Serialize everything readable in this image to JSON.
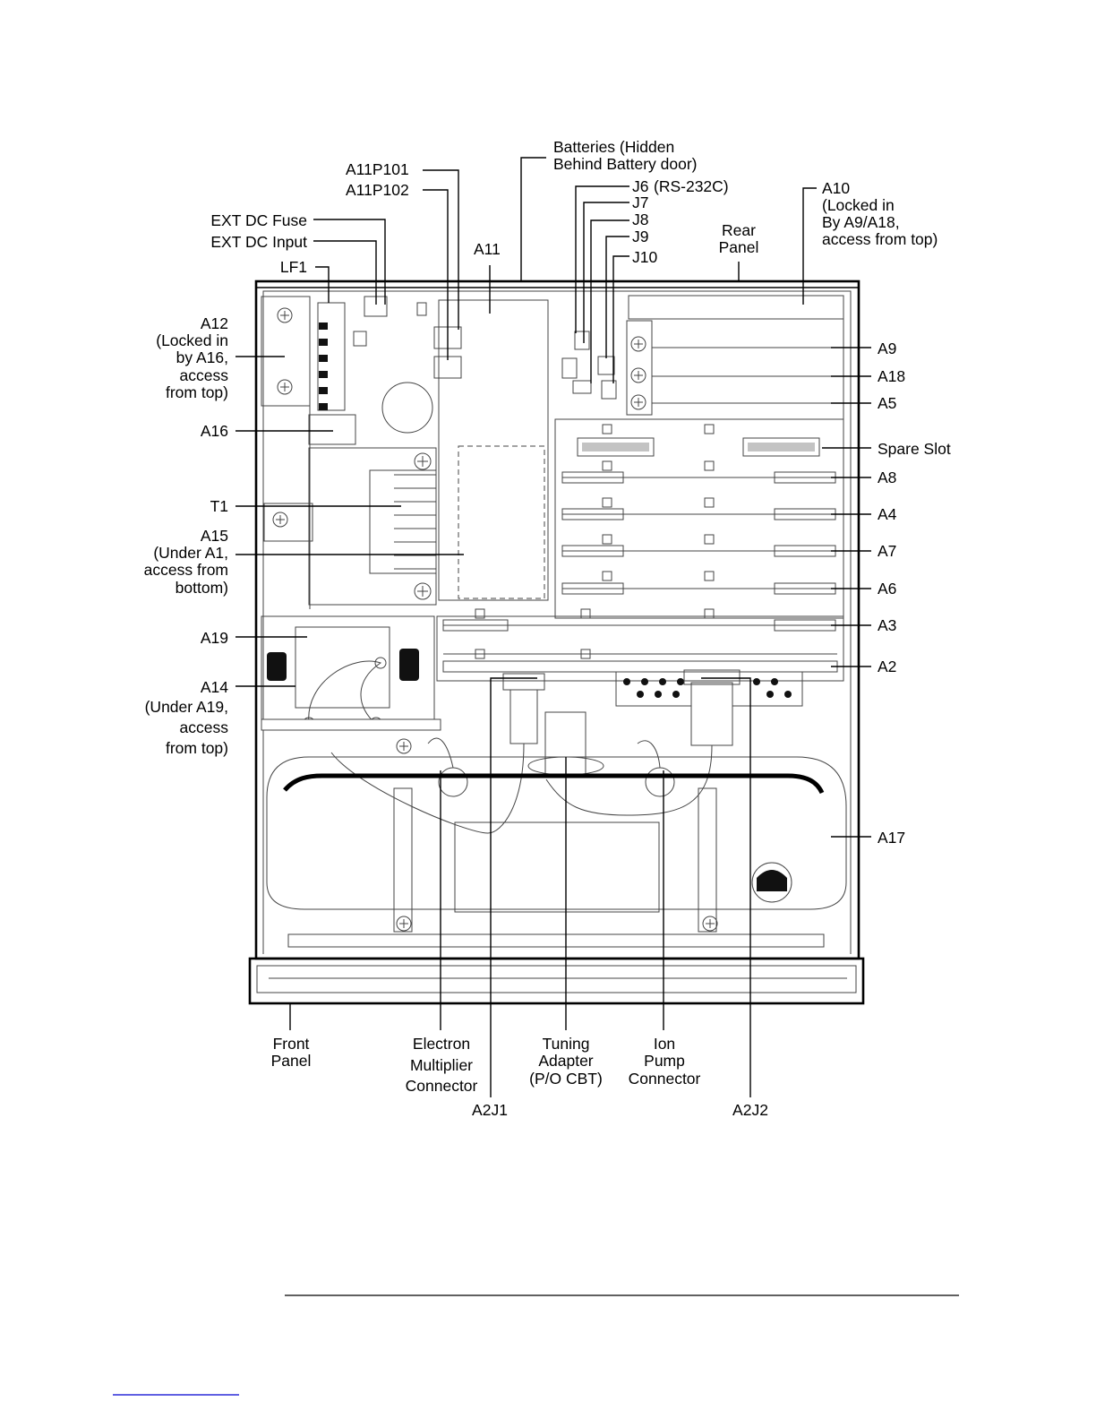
{
  "labels": {
    "batteries_1": "Batteries (Hidden",
    "batteries_2": "Behind Battery door)",
    "a11p101": "A11P101",
    "a11p102": "A11P102",
    "j6": "J6",
    "rs232c": "(RS-232C)",
    "j7": "J7",
    "j8": "J8",
    "j9": "J9",
    "j10": "J10",
    "a10_1": "A10",
    "a10_2": "(Locked in",
    "a10_3": "By A9/A18,",
    "a10_4": "access from top)",
    "ext_dc_fuse": "EXT DC Fuse",
    "ext_dc_input": "EXT DC Input",
    "a11": "A11",
    "rear_panel_1": "Rear",
    "rear_panel_2": "Panel",
    "lf1": "LF1",
    "a12_1": "A12",
    "a12_2": "(Locked in",
    "a12_3": "by A16,",
    "a12_4": "access",
    "a12_5": "from top)",
    "a9": "A9",
    "a18": "A18",
    "a5": "A5",
    "a16": "A16",
    "spare_slot": "Spare Slot",
    "a8": "A8",
    "t1": "T1",
    "a4": "A4",
    "a15_1": "A15",
    "a15_2": "(Under A1,",
    "a15_3": "access from",
    "a15_4": "bottom)",
    "a7": "A7",
    "a6": "A6",
    "a3": "A3",
    "a19": "A19",
    "a2": "A2",
    "a14_1": "A14",
    "a14_2": "(Under A19,",
    "a14_3": "access",
    "a14_4": "from top)",
    "a17": "A17",
    "front_panel_1": "Front",
    "front_panel_2": "Panel",
    "electron_1": "Electron",
    "electron_2": "Multiplier",
    "electron_3": "Connector",
    "tuning_1": "Tuning",
    "tuning_2": "Adapter",
    "tuning_3": "(P/O CBT)",
    "ion_1": "Ion",
    "ion_2": "Pump",
    "ion_3": "Connector",
    "a2j1": "A2J1",
    "a2j2": "A2J2"
  }
}
